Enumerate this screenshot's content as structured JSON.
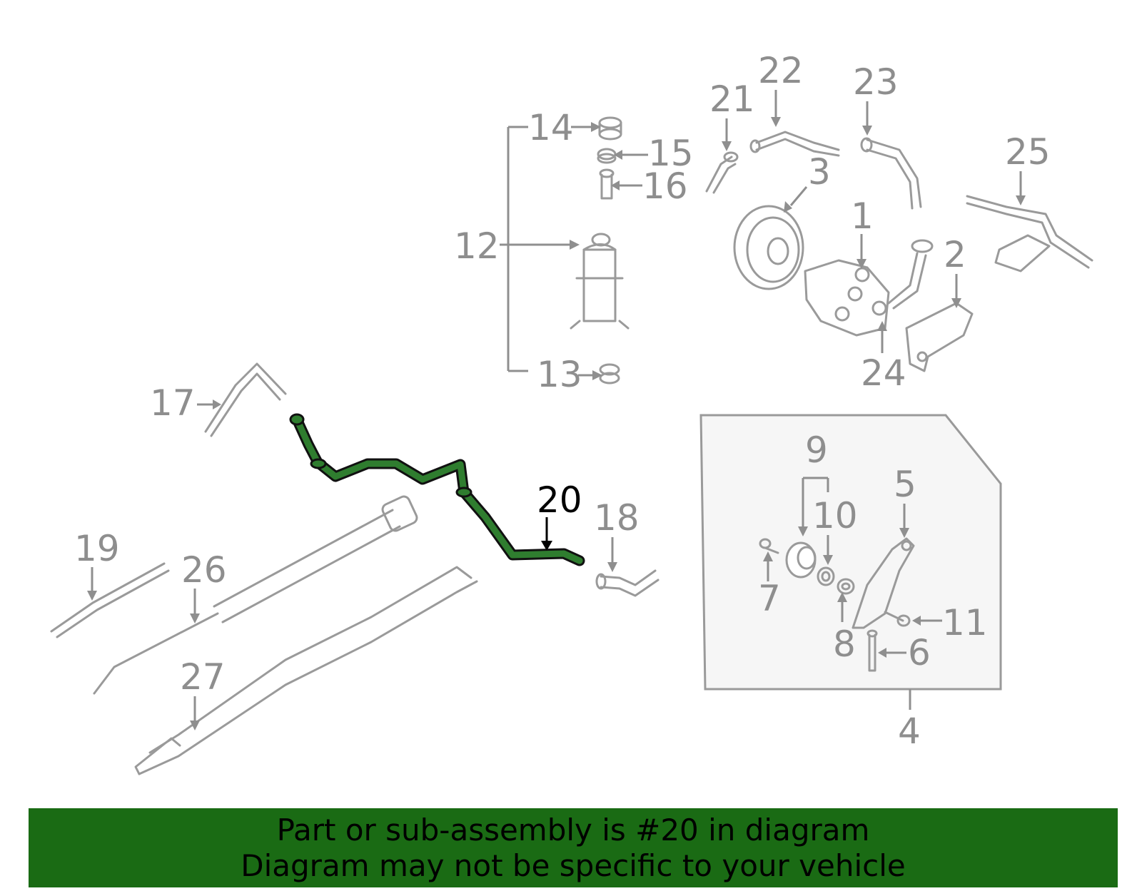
{
  "callouts": {
    "c1": "1",
    "c2": "2",
    "c3": "3",
    "c4": "4",
    "c5": "5",
    "c6": "6",
    "c7": "7",
    "c8": "8",
    "c9": "9",
    "c10": "10",
    "c11": "11",
    "c12": "12",
    "c13": "13",
    "c14": "14",
    "c15": "15",
    "c16": "16",
    "c17": "17",
    "c18": "18",
    "c19": "19",
    "c20": "20",
    "c21": "21",
    "c22": "22",
    "c23": "23",
    "c24": "24",
    "c25": "25",
    "c26": "26",
    "c27": "27"
  },
  "highlighted_part": "20",
  "colors": {
    "highlight": "#2f7d2f",
    "banner": "#1a6b14",
    "part_lines": "#9a9a9a"
  },
  "banner": {
    "line1": "Part or sub-assembly is #20 in diagram",
    "line2": "Diagram may not be specific to your vehicle"
  }
}
